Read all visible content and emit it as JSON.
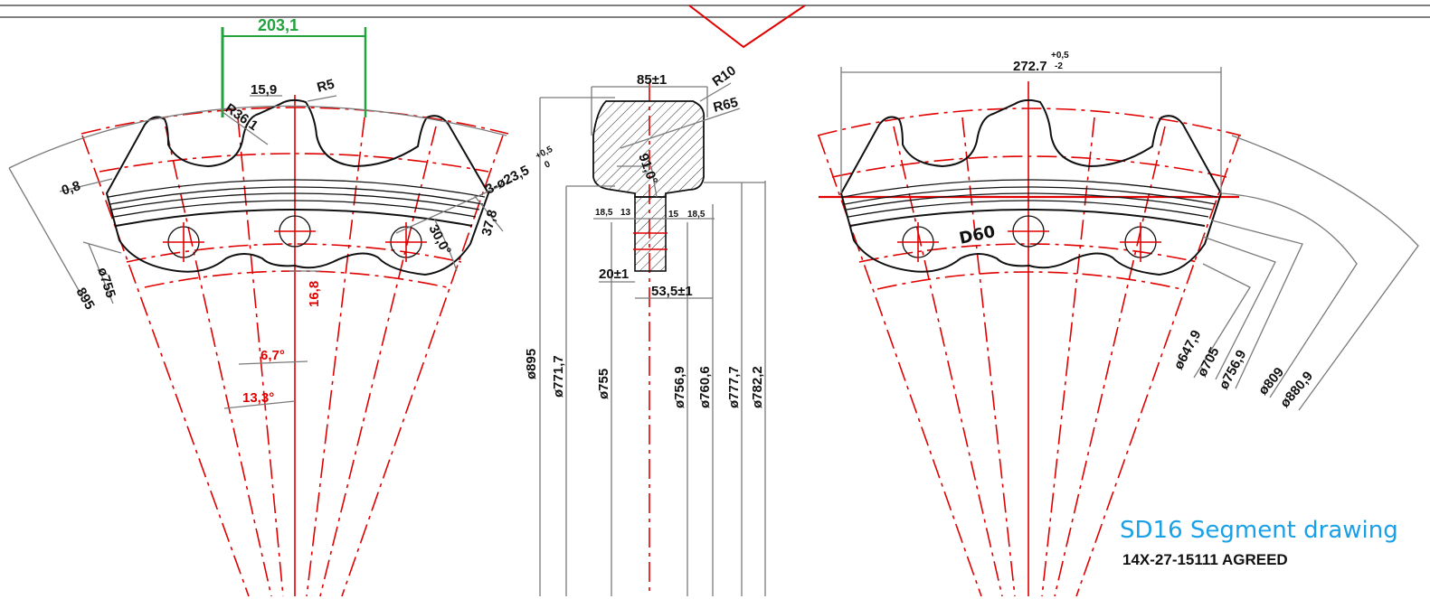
{
  "title": "SD16 Segment drawing",
  "subtitle": "14X-27-15111 AGREED",
  "colors": {
    "centerline": "#e00000",
    "highlight": "#22a23c",
    "title": "#1aa0e6",
    "line": "#111111",
    "dimension": "#7a7a7a"
  },
  "left_view": {
    "dims": {
      "chord": "203,1",
      "tooth_width": "15,9",
      "tip_radius": "R5",
      "root_radius": "R36,1",
      "offset": "0,8",
      "hole_note": "3-ø23,5",
      "hole_tol_upper": "+0,5",
      "hole_tol_lower": "0",
      "pitch_angle": "30,0°",
      "thickness": "37,8",
      "dia_755": "ø755",
      "dia_895": "895",
      "height_red": "16,8",
      "angle_half": "6,7°",
      "angle_full": "13,3°"
    }
  },
  "section_view": {
    "dims": {
      "width_top": "85±1",
      "r10": "R10",
      "r65": "R65",
      "angle": "91,0°",
      "d185_left": "18,5",
      "d13": "13",
      "d15": "15",
      "d185_right": "18,5",
      "web": "20±1",
      "hub": "53,5±1",
      "dia_895": "ø895",
      "dia_7717": "ø771,7",
      "dia_755": "ø755",
      "dia_7569": "ø756,9",
      "dia_7606": "ø760,6",
      "dia_7777": "ø777,7",
      "dia_7822": "ø782,2"
    }
  },
  "right_view": {
    "dims": {
      "chord": "272.7",
      "chord_tol_upper": "+0,5",
      "chord_tol_lower": "-2",
      "mark": "D60",
      "dia_6479": "ø647,9",
      "dia_705": "ø705",
      "dia_7569": "ø756,9",
      "dia_809": "ø809",
      "dia_8809": "ø880,9"
    }
  }
}
